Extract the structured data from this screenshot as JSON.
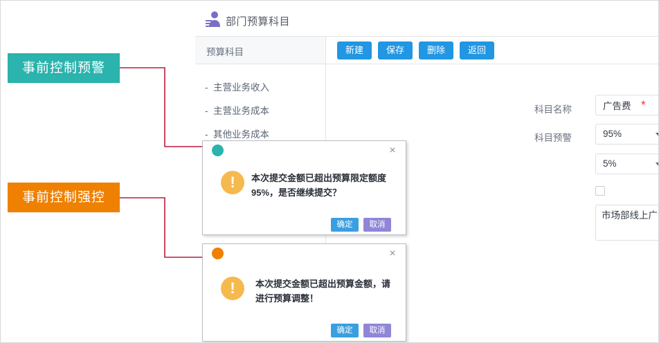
{
  "app": {
    "title": "部门预算科目",
    "title_icon": "user-icon",
    "column_header": "预算科目",
    "toolbar": {
      "new_label": "新建",
      "save_label": "保存",
      "delete_label": "删除",
      "back_label": "返回"
    },
    "tree_items": [
      {
        "label": "主营业务收入",
        "marker": "-"
      },
      {
        "label": "主营业务成本",
        "marker": "-"
      },
      {
        "label": "其他业务成本",
        "marker": "-"
      }
    ],
    "form": {
      "name_label": "科目名称",
      "name_value": "广告费",
      "required_marker": "*",
      "warning_label": "科目预警",
      "warning_value": "95%",
      "threshold_value": "5%",
      "description_value": "市场部线上广告投放，传统广告投放，新媒体广告投放费用"
    }
  },
  "annotations": [
    {
      "label": "事前控制预警",
      "color": "#2bb3ad"
    },
    {
      "label": "事前控制强控",
      "color": "#ef8000"
    }
  ],
  "dialogs": {
    "warning": {
      "dot_color": "#2bb3ad",
      "close_label": "×",
      "icon_glyph": "!",
      "message": "本次提交金额已超出预算限定额度95%，是否继续提交？",
      "ok_label": "确定",
      "cancel_label": "取消"
    },
    "control": {
      "dot_color": "#ef8000",
      "close_label": "×",
      "icon_glyph": "!",
      "message": "本次提交金额已超出预算金额，请进行预算调整！",
      "ok_label": "确定",
      "cancel_label": "取消"
    }
  },
  "colors": {
    "connector": "#b81c3c",
    "primary_button": "#2196e3",
    "dialog_ok": "#3a9fe0",
    "dialog_cancel": "#8f86d8",
    "warning_icon": "#f6b94e",
    "required": "#ff2d2d"
  }
}
